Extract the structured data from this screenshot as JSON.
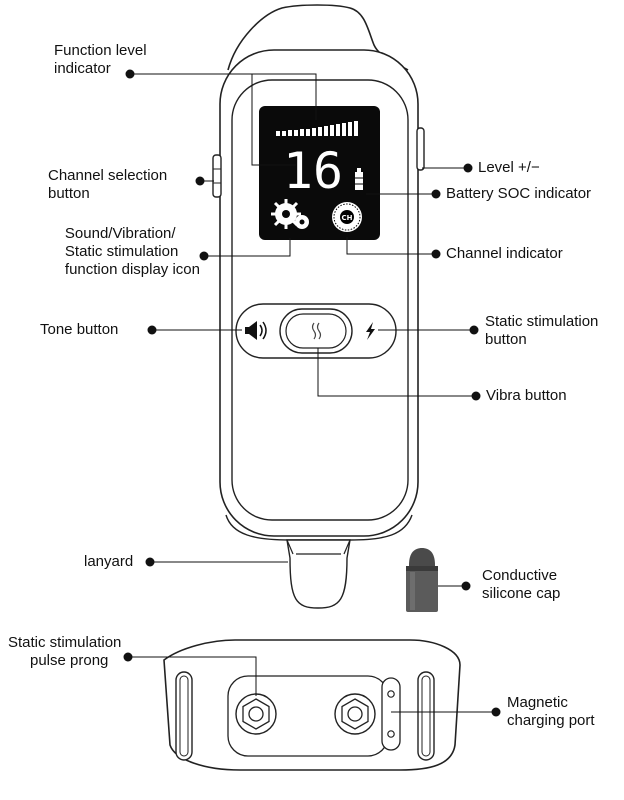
{
  "display": {
    "digits": "16",
    "ch_badge": "CH"
  },
  "labels": {
    "function_level": [
      "Function level",
      "indicator"
    ],
    "channel_selection": [
      "Channel selection",
      "button"
    ],
    "function_icon": [
      "Sound/Vibration/",
      "Static stimulation",
      "function display icon"
    ],
    "tone_button": [
      "Tone button"
    ],
    "level": [
      "Level +/−"
    ],
    "battery": [
      "Battery SOC indicator"
    ],
    "channel_indicator": [
      "Channel indicator"
    ],
    "static_button": [
      "Static stimulation",
      "button"
    ],
    "vibra_button": [
      "Vibra button"
    ],
    "lanyard": [
      "lanyard"
    ],
    "conductive_cap": [
      "Conductive",
      "silicone cap"
    ],
    "pulse_prong": [
      "Static stimulation",
      "pulse prong"
    ],
    "magnetic_port": [
      "Magnetic",
      "charging port"
    ]
  }
}
